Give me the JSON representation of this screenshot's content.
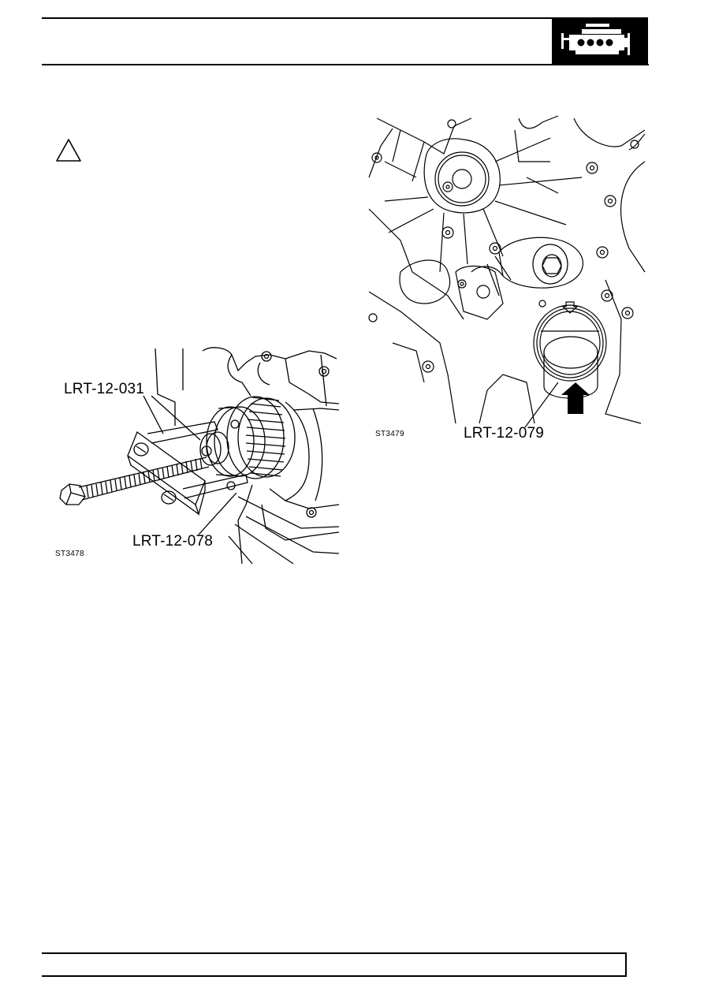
{
  "header": {
    "icon": "engine-icon",
    "icon_bg": "#000000"
  },
  "warning": {
    "icon": "warning-triangle-icon"
  },
  "figure_left": {
    "tool_a": "LRT-12-031",
    "tool_b": "LRT-12-078",
    "ref": "ST3478"
  },
  "figure_right": {
    "tool": "LRT-12-079",
    "ref": "ST3479"
  }
}
